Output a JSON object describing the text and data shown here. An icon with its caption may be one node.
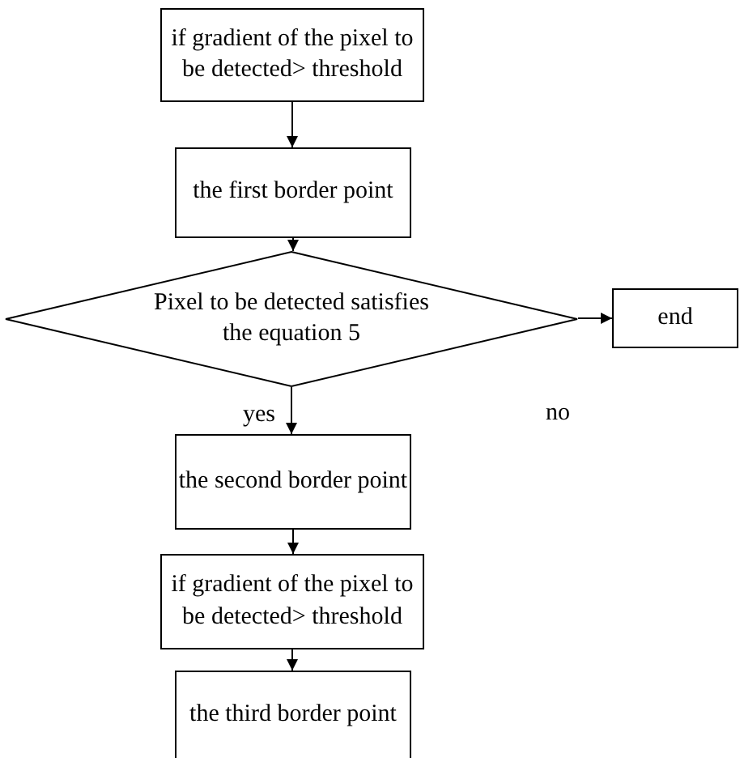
{
  "diagram": {
    "nodes": [
      {
        "text": [
          "if gradient of the pixel to be detected> threshold"
        ]
      },
      {
        "text": [
          "the first border point"
        ]
      },
      {
        "text": [
          "Pixel to be detected satisfies the equation 5"
        ]
      },
      {
        "text": [
          "end"
        ]
      },
      {
        "text": [
          "the second border point"
        ]
      },
      {
        "text": [
          "if gradient of the pixel to be detected> threshold"
        ]
      },
      {
        "text": [
          "the third border point"
        ]
      }
    ],
    "edges": [
      {
        "from": 0,
        "to": 1,
        "arrow": "to"
      },
      {
        "from": 1,
        "to": 2,
        "arrow": "to"
      },
      {
        "from": 2,
        "to": 3,
        "arrow": "to",
        "label": "no"
      },
      {
        "from": 2,
        "to": 4,
        "arrow": "to",
        "label": "yes"
      },
      {
        "from": 4,
        "to": 5,
        "arrow": "to"
      },
      {
        "from": 5,
        "to": 6,
        "arrow": "to"
      }
    ]
  }
}
